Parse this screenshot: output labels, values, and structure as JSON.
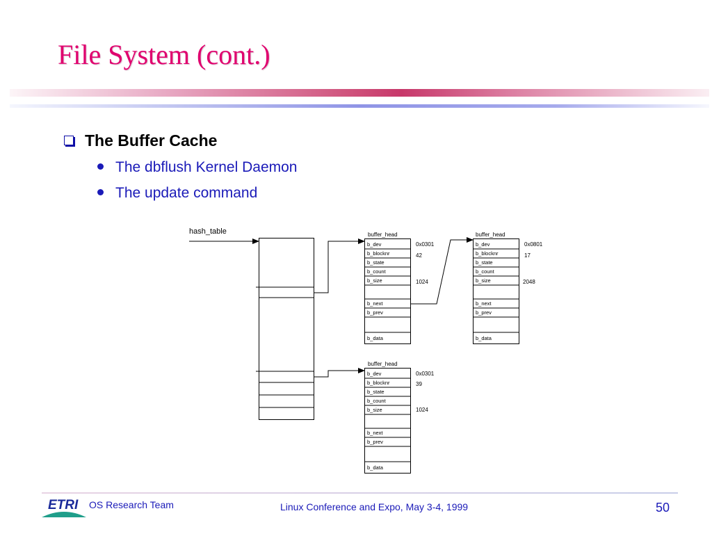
{
  "title": "File System (cont.)",
  "bullet": "The Buffer Cache",
  "sub_bullets": [
    "The dbflush Kernel Daemon",
    "The update command"
  ],
  "diagram": {
    "hash_table_label": "hash_table",
    "buffers": [
      {
        "header": "buffer_head",
        "fields": [
          "b_dev",
          "b_blocknr",
          "b_state",
          "b_count",
          "b_size",
          "b_next",
          "b_prev",
          "b_data"
        ],
        "dev": "0x0301",
        "blocknr": "42",
        "size": "1024"
      },
      {
        "header": "buffer_head",
        "fields": [
          "b_dev",
          "b_blocknr",
          "b_state",
          "b_count",
          "b_size",
          "b_next",
          "b_prev",
          "b_data"
        ],
        "dev": "0x0801",
        "blocknr": "17",
        "size": "2048"
      },
      {
        "header": "buffer_head",
        "fields": [
          "b_dev",
          "b_blocknr",
          "b_state",
          "b_count",
          "b_size",
          "b_next",
          "b_prev",
          "b_data"
        ],
        "dev": "0x0301",
        "blocknr": "39",
        "size": "1024"
      }
    ]
  },
  "footer": {
    "logo_text": "ETRI",
    "team": "OS Research Team",
    "conference": "Linux Conference and Expo, May 3-4, 1999",
    "page_number": "50"
  },
  "colors": {
    "title": "#e0006e",
    "text_blue": "#1a1ab8",
    "bullet_box": "#0d0da6"
  }
}
